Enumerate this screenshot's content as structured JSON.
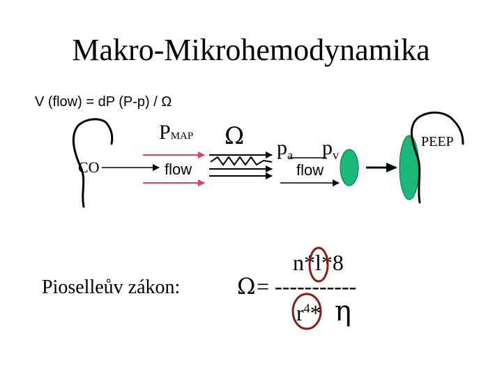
{
  "title": "Makro-Mikrohemodynamika",
  "formula": "V (flow) = dP (P-p) / Ω",
  "diagram": {
    "pmap_main": "P",
    "pmap_sub": "MAP",
    "co_label": "CO",
    "flow_left": "flow",
    "omega_symbol": "Ω",
    "pa_main": "p",
    "pa_sub": "a",
    "pv_main": "p",
    "pv_sub": "v",
    "flow_right": "flow",
    "peep_label": "PEEP",
    "colors": {
      "red_arrow": "#e0405a",
      "green_fill": "#1ab87a",
      "dark_red_circle": "#8b1a1a"
    }
  },
  "law": {
    "label": "Pioselleův zákon:",
    "numerator": "n*l*8",
    "omega": "Ω",
    "equals_line": "= -----------",
    "denominator_main": "r",
    "denominator_sup": "4",
    "denominator_tail": "*",
    "eta_symbol": "η"
  }
}
